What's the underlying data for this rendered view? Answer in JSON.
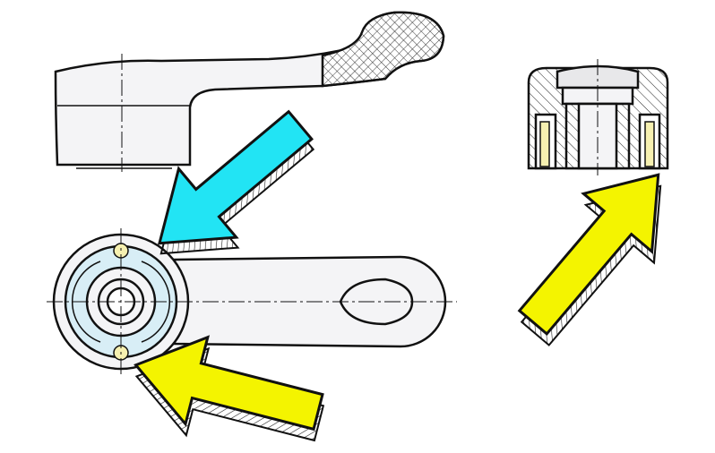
{
  "colors": {
    "background": "#ffffff",
    "outline": "#111111",
    "part_fill": "#f4f4f6",
    "cyan_arrow": "#22e4f4",
    "yellow_arrow": "#f4f400",
    "bearing_ring": "#d8eef6",
    "pin_fill": "#f6f0b0"
  },
  "arrows": [
    {
      "color": "cyan",
      "direction": "down-left"
    },
    {
      "color": "yellow",
      "direction": "left"
    },
    {
      "color": "yellow",
      "direction": "up-right"
    }
  ]
}
